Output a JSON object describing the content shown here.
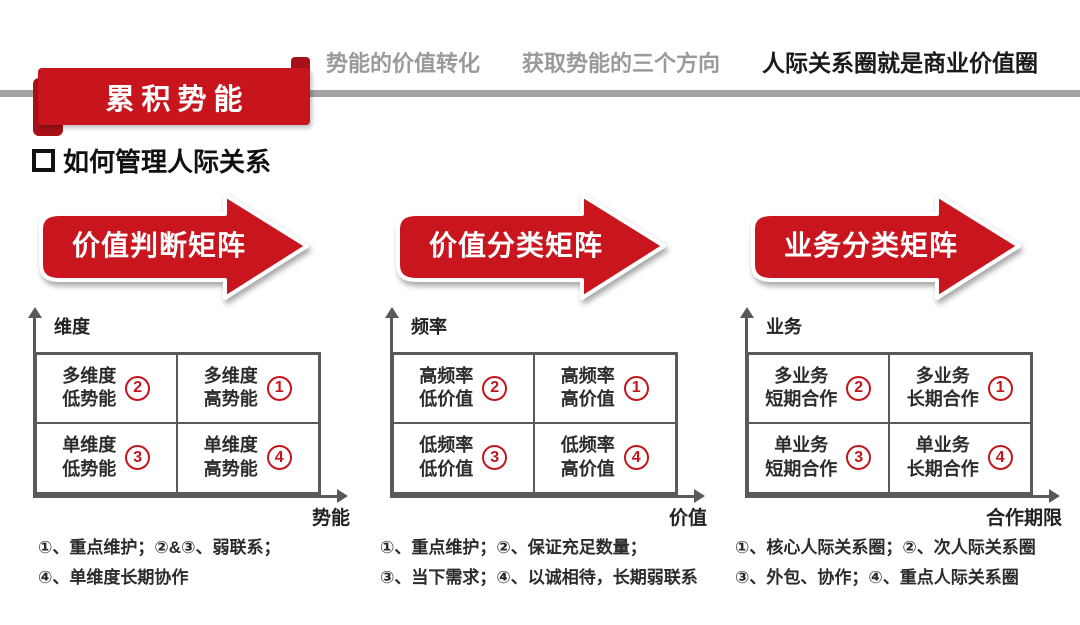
{
  "nav": {
    "tabs": [
      {
        "label": "势能的价值转化",
        "active": false
      },
      {
        "label": "获取势能的三个方向",
        "active": false
      },
      {
        "label": "人际关系圈就是商业价值圈",
        "active": true
      }
    ]
  },
  "banner": {
    "title": "累积势能"
  },
  "section": {
    "heading": "如何管理人际关系"
  },
  "colors": {
    "accent_red": "#c8151d",
    "dark_red": "#a81017",
    "circle_red": "#c3161c",
    "gray_rule": "#a3a3a3",
    "matrix_border": "#5a5a5a",
    "nav_gray": "#9a9a9a",
    "text_dark": "#1a1a1a"
  },
  "matrices": [
    {
      "arrow_label": "价值判断矩阵",
      "y_axis": "维度",
      "x_axis": "势能",
      "cells": [
        {
          "line1": "多维度",
          "line2": "低势能",
          "num": "2"
        },
        {
          "line1": "多维度",
          "line2": "高势能",
          "num": "1"
        },
        {
          "line1": "单维度",
          "line2": "低势能",
          "num": "3"
        },
        {
          "line1": "单维度",
          "line2": "高势能",
          "num": "4"
        }
      ],
      "notes": [
        "①、重点维护；②&③、弱联系；",
        "④、单维度长期协作"
      ]
    },
    {
      "arrow_label": "价值分类矩阵",
      "y_axis": "频率",
      "x_axis": "价值",
      "cells": [
        {
          "line1": "高频率",
          "line2": "低价值",
          "num": "2"
        },
        {
          "line1": "高频率",
          "line2": "高价值",
          "num": "1"
        },
        {
          "line1": "低频率",
          "line2": "低价值",
          "num": "3"
        },
        {
          "line1": "低频率",
          "line2": "高价值",
          "num": "4"
        }
      ],
      "notes": [
        "①、重点维护；②、保证充足数量；",
        "③、当下需求；④、以诚相待，长期弱联系"
      ]
    },
    {
      "arrow_label": "业务分类矩阵",
      "y_axis": "业务",
      "x_axis": "合作期限",
      "cells": [
        {
          "line1": "多业务",
          "line2": "短期合作",
          "num": "2"
        },
        {
          "line1": "多业务",
          "line2": "长期合作",
          "num": "1"
        },
        {
          "line1": "单业务",
          "line2": "短期合作",
          "num": "3"
        },
        {
          "line1": "单业务",
          "line2": "长期合作",
          "num": "4"
        }
      ],
      "notes": [
        "①、核心人际关系圈；②、次人际关系圈",
        "③、外包、协作；④、重点人际关系圈"
      ]
    }
  ]
}
